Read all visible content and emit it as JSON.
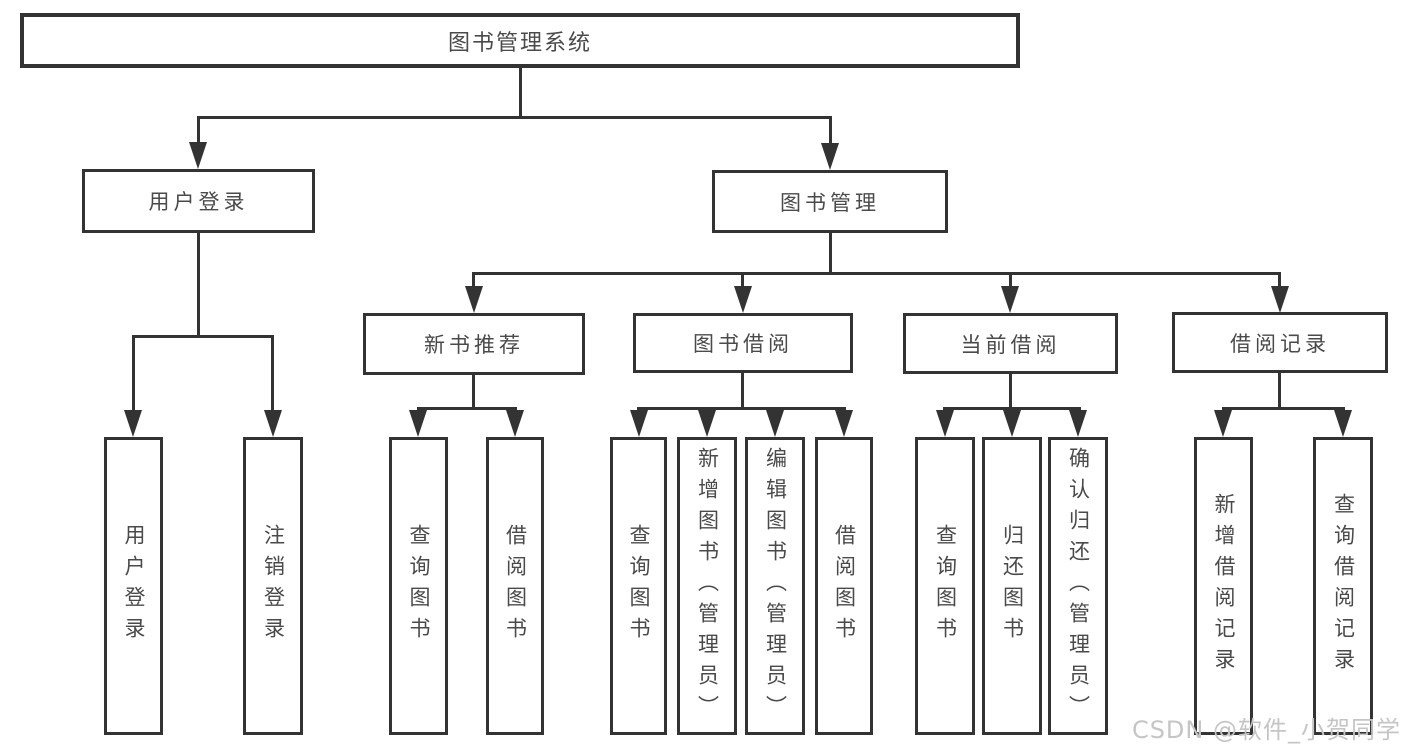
{
  "colors": {
    "background": "#ffffff",
    "line": "#333333",
    "box_border": "#333333",
    "text": "#4a4a4a",
    "watermark_text": "#c5c5c5"
  },
  "nodes": {
    "root": {
      "label": "图书管理系统"
    },
    "user_login": {
      "label": "用户登录"
    },
    "book_mgmt": {
      "label": "图书管理"
    },
    "new_books": {
      "label": "新书推荐"
    },
    "book_borrow": {
      "label": "图书借阅"
    },
    "current_borrow": {
      "label": "当前借阅"
    },
    "borrow_records": {
      "label": "借阅记录"
    },
    "leaf_user_login": {
      "label": "用户登录"
    },
    "leaf_logout": {
      "label": "注销登录"
    },
    "leaf_nb_query_books": {
      "label": "查询图书"
    },
    "leaf_nb_borrow_books": {
      "label": "借阅图书"
    },
    "leaf_bb_query_books": {
      "label": "查询图书"
    },
    "leaf_bb_add_books": {
      "label": "新增图书（管理员）"
    },
    "leaf_bb_edit_books": {
      "label": "编辑图书（管理员）"
    },
    "leaf_bb_borrow_books": {
      "label": "借阅图书"
    },
    "leaf_cb_query_books": {
      "label": "查询图书"
    },
    "leaf_cb_return_books": {
      "label": "归还图书"
    },
    "leaf_cb_confirm_return": {
      "label": "确认归还（管理员）"
    },
    "leaf_br_add_record": {
      "label": "新增借阅记录"
    },
    "leaf_br_query_record": {
      "label": "查询借阅记录"
    }
  },
  "watermark": {
    "text": "CSDN @软件_小贺同学"
  }
}
